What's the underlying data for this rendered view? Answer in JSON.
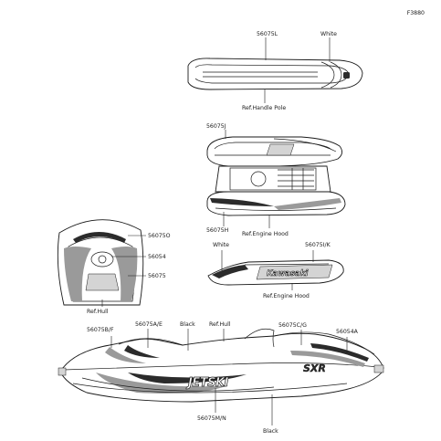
{
  "figure_code": "F3880",
  "labels": {
    "p56075L": "56075L",
    "white_top": "White",
    "ref_handle_pole": "Ref.Handle Pole",
    "p56075J": "56075J",
    "p56075H": "56075H",
    "ref_engine_hood_1": "Ref.Engine Hood",
    "p56075O": "56075O",
    "p56054": "56054",
    "p56075": "56075",
    "ref_hull_1": "Ref.Hull",
    "white_mid": "White",
    "p56075I_K": "56075I/K",
    "ref_engine_hood_2": "Ref.Engine Hood",
    "p56075B_F": "56075B/F",
    "p56075A_E": "56075A/E",
    "black_top": "Black",
    "ref_hull_2": "Ref.Hull",
    "p56075C_G": "56075C/G",
    "p56054A": "56054A",
    "p56075M_N": "56075M/N",
    "black_bottom": "Black"
  },
  "decal_text": {
    "kawasaki": "Kawasaki",
    "sxr": "SXR",
    "jetski": "JETSKI"
  }
}
